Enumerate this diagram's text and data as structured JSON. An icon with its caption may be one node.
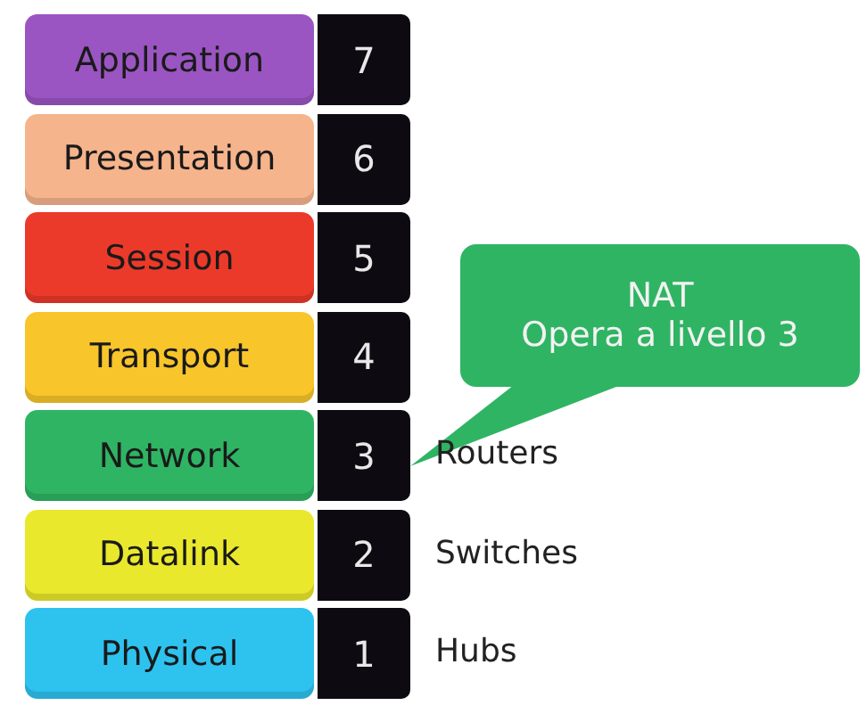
{
  "diagram": {
    "nodes": [
      {
        "text": [
          "Application",
          "7"
        ]
      },
      {
        "text": [
          "Presentation",
          "6"
        ]
      },
      {
        "text": [
          "Session",
          "5"
        ]
      },
      {
        "text": [
          "Transport",
          "4"
        ]
      },
      {
        "text": [
          "Network",
          "3"
        ],
        "beside": [
          "Routers"
        ]
      },
      {
        "text": [
          "Datalink",
          "2"
        ],
        "beside": [
          "Switches"
        ]
      },
      {
        "text": [
          "Physical",
          "1"
        ],
        "beside": [
          "Hubs"
        ]
      },
      {
        "text": [
          "NAT",
          "Opera a livello 3"
        ]
      }
    ],
    "edges": [
      {
        "from": 7,
        "to": 4,
        "arrow": "none"
      }
    ]
  }
}
